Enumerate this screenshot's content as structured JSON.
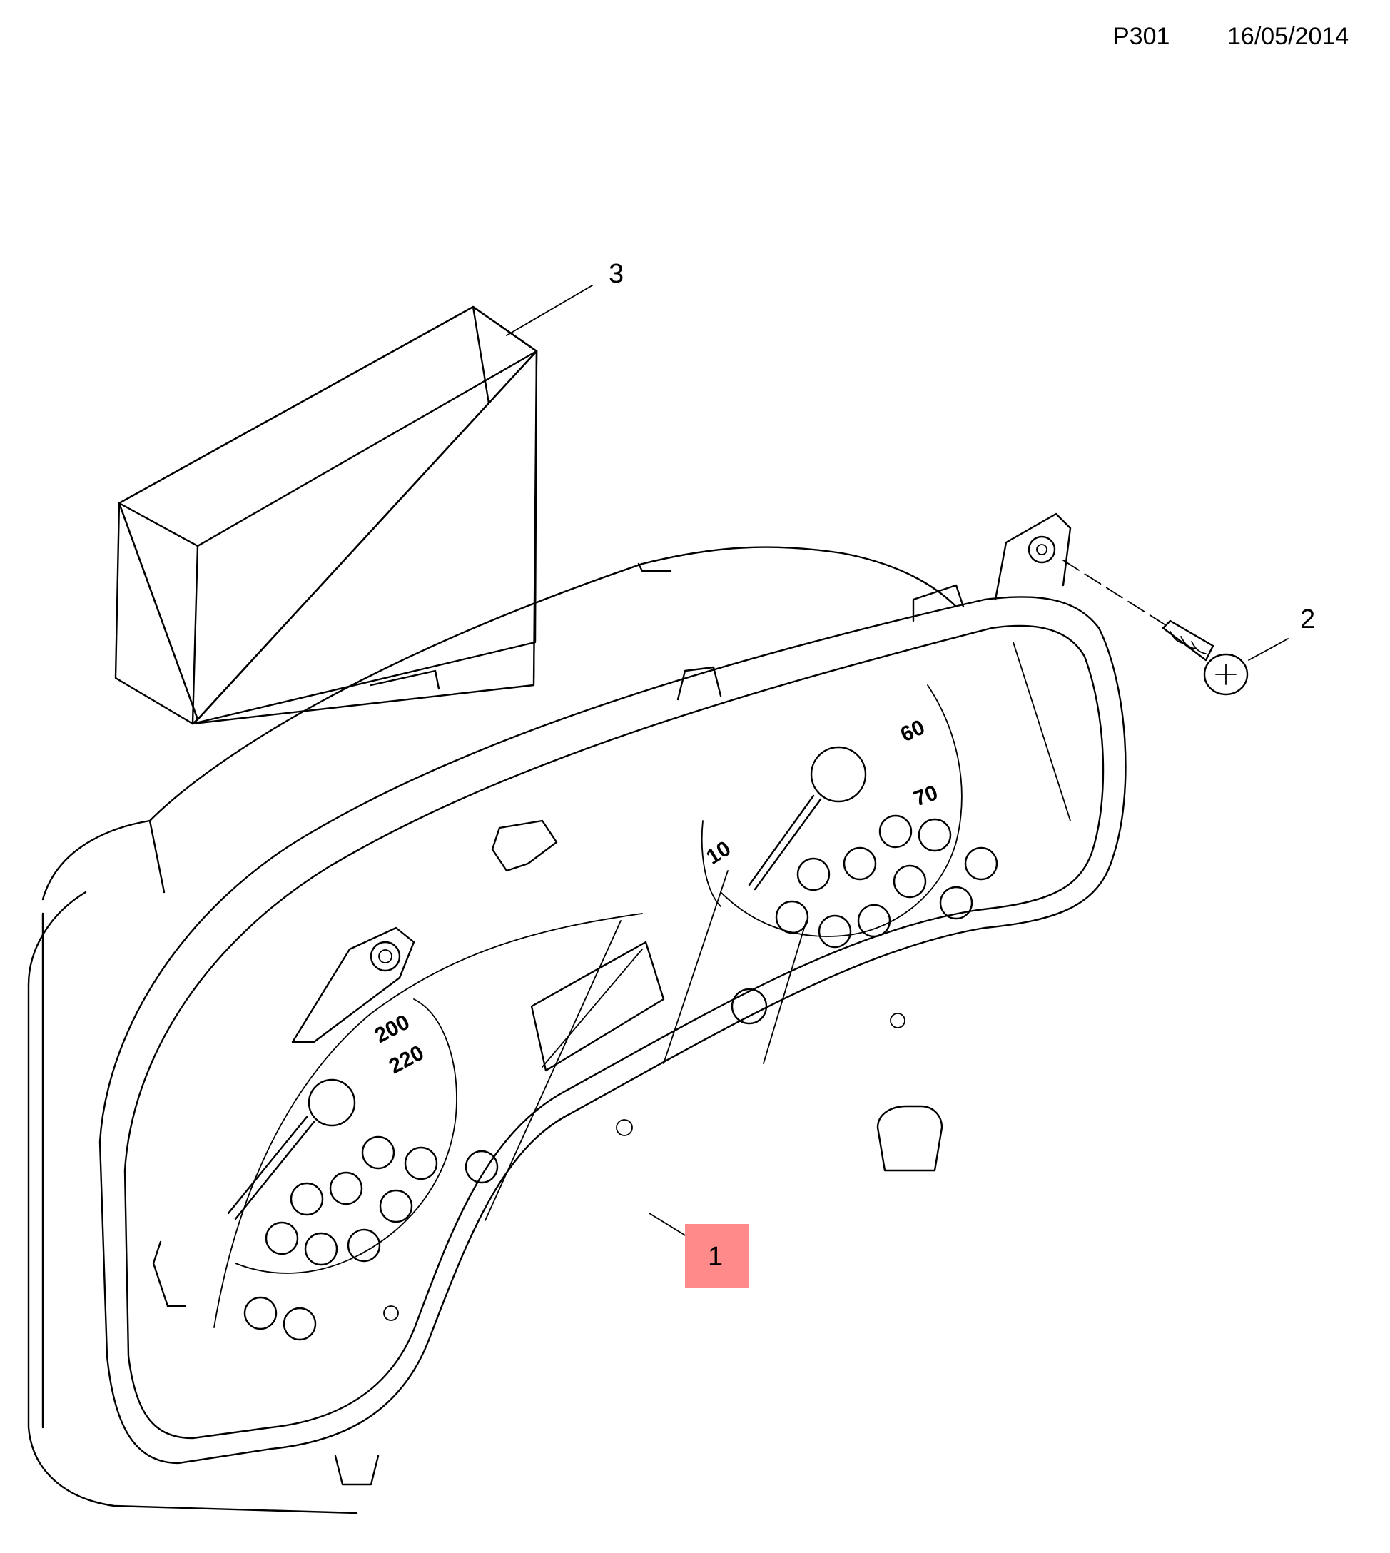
{
  "header": {
    "page_code": "P301",
    "date": "16/05/2014"
  },
  "callouts": [
    {
      "id": "1",
      "highlighted": true
    },
    {
      "id": "2",
      "highlighted": false
    },
    {
      "id": "3",
      "highlighted": false
    }
  ],
  "dial_labels": {
    "speedometer": [
      "200",
      "220"
    ],
    "tachometer": [
      "10",
      "60",
      "70"
    ]
  },
  "colors": {
    "highlight": "#ff8a8a",
    "line": "#000000",
    "background": "#ffffff"
  }
}
